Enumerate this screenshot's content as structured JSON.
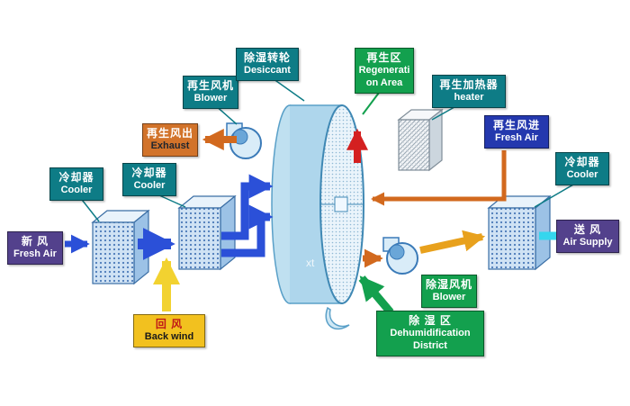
{
  "diagram": {
    "watermark": "xt",
    "colors": {
      "teal_label": "#0e7c86",
      "green_label": "#13a04e",
      "purple_label": "#53418c",
      "orange_label": "#d2732a",
      "yellow_label": "#f2c11f",
      "blue_label": "#2438ae",
      "flow_blue": "#2b50d8",
      "flow_orange": "#d2691e",
      "flow_amber": "#e8a11d",
      "flow_cyan": "#35d6ee",
      "flow_red": "#d42020",
      "flow_yellow": "#f2d230"
    },
    "labels": {
      "fresh_air": {
        "cn": "新 风",
        "en": "Fresh Air"
      },
      "cooler_left": {
        "cn": "冷却器",
        "en": "Cooler"
      },
      "cooler_mid": {
        "cn": "冷却器",
        "en": "Cooler"
      },
      "back_wind": {
        "cn": "回 风",
        "en": "Back wind"
      },
      "regen_blower": {
        "cn": "再生风机",
        "en": "Blower"
      },
      "exhaust": {
        "cn": "再生风出",
        "en": "Exhaust"
      },
      "desiccant": {
        "cn": "除湿转轮",
        "en": "Desiccant"
      },
      "regen_area": {
        "cn": "再生区",
        "en": "Regeneration Area"
      },
      "heater": {
        "cn": "再生加热器",
        "en": "heater"
      },
      "regen_fresh": {
        "cn": "再生风进",
        "en": "Fresh Air"
      },
      "cooler_right": {
        "cn": "冷却器",
        "en": "Cooler"
      },
      "air_supply": {
        "cn": "送 风",
        "en": "Air Supply"
      },
      "dehumid_blower": {
        "cn": "除湿风机",
        "en": "Blower"
      },
      "dehumid_district": {
        "cn": "除 湿 区",
        "en": "Dehumidification District"
      }
    }
  }
}
